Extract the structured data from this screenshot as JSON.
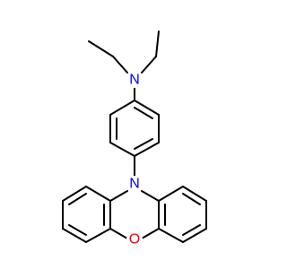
{
  "structure": {
    "atoms": {
      "n_amine": {
        "label": "N",
        "color": "#0000ff"
      },
      "n_ring": {
        "label": "N",
        "color": "#0000ff"
      },
      "o_ring": {
        "label": "O",
        "color": "#ff0000"
      }
    },
    "bond_color": "#000000",
    "background": "#ffffff"
  }
}
